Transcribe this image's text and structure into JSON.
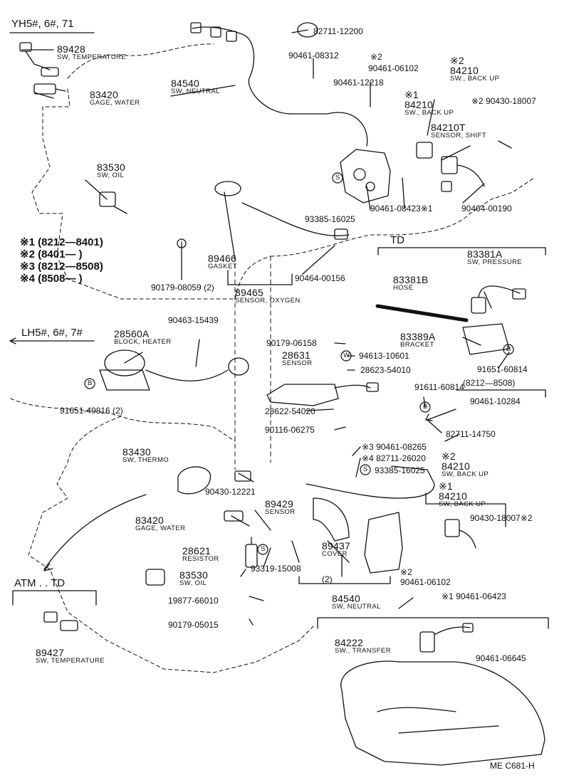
{
  "headers": {
    "yh": "YH5#, 6#, 71",
    "lh": "LH5#, 6#, 7#",
    "atm": "ATM . . TD",
    "td": "TD",
    "range": "(8212—8508)"
  },
  "notes": [
    {
      "mark": "※1",
      "text": "(8212—8401)"
    },
    {
      "mark": "※2",
      "text": "(8401—        )"
    },
    {
      "mark": "※3",
      "text": "(8212—8508)"
    },
    {
      "mark": "※4",
      "text": "(8508—        )"
    }
  ],
  "parts": {
    "p89428": {
      "num": "89428",
      "name": "SW, TEMPERATURE"
    },
    "p83420a": {
      "num": "83420",
      "name": "GAGE, WATER"
    },
    "p84540a": {
      "num": "84540",
      "name": "SW, NEUTRAL"
    },
    "p83530a": {
      "num": "83530",
      "name": "SW, OIL"
    },
    "p84210a": {
      "mark": "※2",
      "num": "84210",
      "name": "SW., BACK UP"
    },
    "p84210b": {
      "mark": "※1",
      "num": "84210",
      "name": "SW., BACK UP"
    },
    "p84210t": {
      "num": "84210T",
      "name": "SENSOR, SHIFT"
    },
    "p89466": {
      "num": "89466",
      "name": "GASKET"
    },
    "p89465": {
      "num": "89465",
      "name": "SENSOR, OXYGEN"
    },
    "p83381a": {
      "num": "83381A",
      "name": "SW, PRESSURE"
    },
    "p83381b": {
      "num": "83381B",
      "name": "HOSE"
    },
    "p83389a": {
      "num": "83389A",
      "name": "BRACKET"
    },
    "p28560a": {
      "num": "28560A",
      "name": "BLOCK, HEATER"
    },
    "p28631": {
      "num": "28631",
      "name": "SENSOR"
    },
    "p83430": {
      "num": "83430",
      "name": "SW, THERMO"
    },
    "p89429": {
      "num": "89429",
      "name": "SENSOR"
    },
    "p83420b": {
      "num": "83420",
      "name": "GAGE, WATER"
    },
    "p28621": {
      "num": "28621",
      "name": "RESISTOR"
    },
    "p83530b": {
      "num": "83530",
      "name": "SW, OIL"
    },
    "p89437": {
      "num": "89437",
      "name": "COVER"
    },
    "p84540b": {
      "num": "84540",
      "name": "SW, NEUTRAL"
    },
    "p84210c": {
      "mark": "※2",
      "num": "84210",
      "name": "SW, BACK UP"
    },
    "p84210d": {
      "mark": "※1",
      "num": "84210",
      "name": "SW, BACK UP"
    },
    "p89427": {
      "num": "89427",
      "name": "SW, TEMPERATURE"
    },
    "p84222": {
      "num": "84222",
      "name": "SW., TRANSFER"
    }
  },
  "labels": {
    "l82711_12200": "82711-12200",
    "l90461_08312": "90461-08312",
    "m2a": "※2",
    "l90461_06102a": "90461-06102",
    "l90461_12218": "90461-12218",
    "l90430_18007a": "※2 90430-18007",
    "l93385_16025a": "93385-16025",
    "l90461_08423": "90461-08423※1",
    "l90464_00190": "90464-00190",
    "l90464_00156": "90464-00156",
    "l90179_08059": "90179-08059 (2)",
    "l91651_60814": "91651-60814",
    "l90463_15439": "90463-15439",
    "l90179_06158": "90179-06158",
    "l94613_10601": "94613-10601",
    "l28623_54010": "28623-54010",
    "l91651_40816": "91651-40816 (2)",
    "l91611_60814": "91611-60814",
    "l90461_10284": "90461-10284",
    "l28622_54020": "28622-54020",
    "l82711_14750": "82711-14750",
    "l90116_06275": "90116-06275",
    "l90461_08265": "※3 90461-08265",
    "l82711_26020": "※4 82711-26020",
    "l93385_16025b": "93385-16025",
    "l90430_12221": "90430-12221",
    "l90430_18007b": "90430-18007※2",
    "l93319_15008": "93319-15008",
    "l93319_qty": "(2)",
    "m2b": "※2",
    "l90461_06102b": "90461-06102",
    "l90461_06423": "※1 90461-06423",
    "l19877_66010": "19877-66010",
    "l90179_05015": "90179-05015",
    "l90461_06645": "90461-06645"
  },
  "symbols": {
    "s": "S",
    "w": "W",
    "b": "B"
  },
  "footer": {
    "code": "ME  C681-H"
  }
}
